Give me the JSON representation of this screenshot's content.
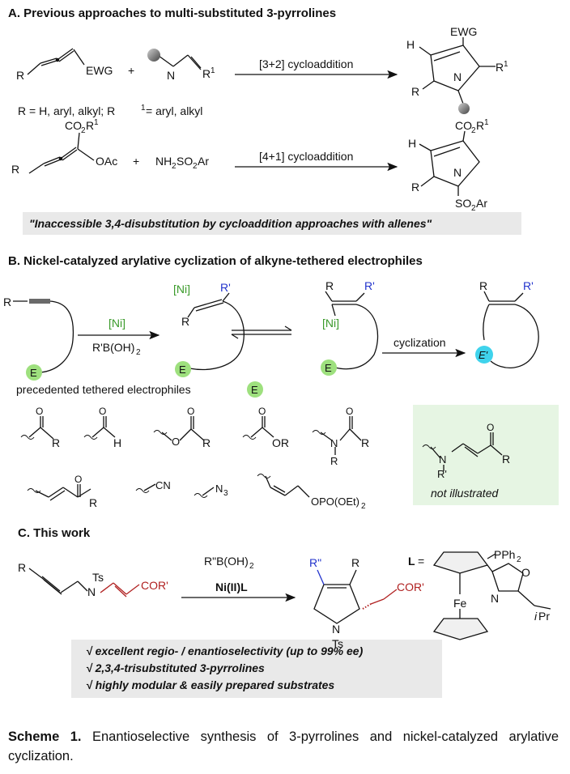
{
  "sectionA": {
    "title": "A. Previous approaches to multi-substituted 3-pyrrolines",
    "r1_text": "R = H, aryl, alkyl; R",
    "r1_sup": "1",
    "r1_tail": " = aryl, alkyl",
    "cyclo1": "[3+2] cycloaddition",
    "cyclo2": "[4+1] cycloaddition",
    "note": "\"Inaccessible 3,4-disubstitution by cycloaddition approaches with allenes\""
  },
  "sectionB": {
    "title": "B. Nickel-catalyzed arylative cyclization of alkyne-tethered electrophiles",
    "reagent_top": "[Ni]",
    "reagent_bottom": "R'B(OH)",
    "cyclization": "cyclization",
    "precedented": "precedented tethered electrophiles",
    "not_illustrated": "not illustrated"
  },
  "sectionC": {
    "title": "C. This work",
    "reagent_top": "R\"B(OH)",
    "reagent_bottom": "Ni(II)L",
    "bullets": [
      "√  excellent regio- / enantioselectivity (up to 99% ee)",
      "√  2,3,4-trisubstituted 3-pyrrolines",
      "√  highly modular & easily prepared substrates"
    ]
  },
  "caption": {
    "label": "Scheme 1.",
    "text": " Enantioselective synthesis of 3-pyrrolines and nickel-catalyzed arylative cyclization."
  },
  "colors": {
    "green_text": "#3a9a2a",
    "blue_text": "#2233cc",
    "red_text": "#b02020",
    "green_circle": "#9ee07e",
    "cyan_circle": "#3fd3ec",
    "gray_box": "#e9e9e9",
    "green_box": "#e6f5e3"
  }
}
